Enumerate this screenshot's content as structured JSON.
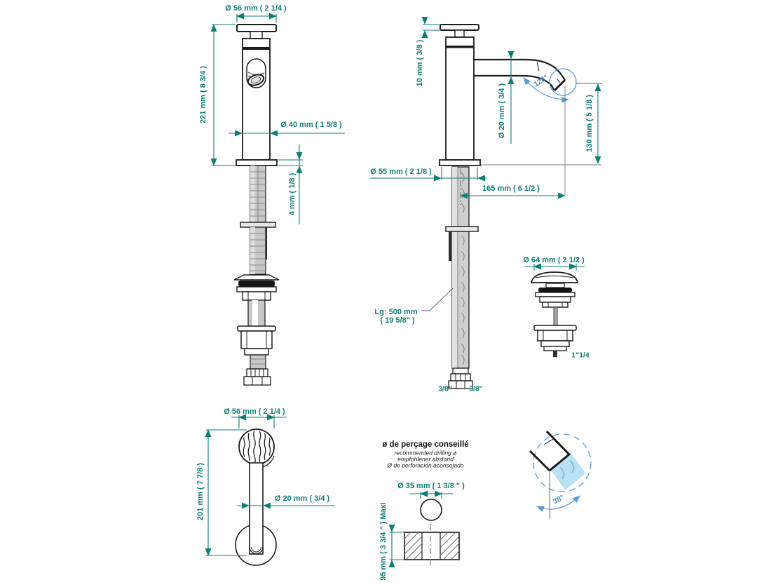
{
  "views": {
    "front": {
      "dim_handle_diameter": "Ø 56 mm ( 2 1/4 )",
      "dim_total_height": "221 mm ( 8 3/4 )",
      "dim_body_diameter": "Ø 40 mm ( 1 5/8 )",
      "dim_base_thickness": "4 mm ( 1/8 )"
    },
    "side": {
      "dim_handle_thickness": "10 mm ( 3/8 )",
      "dim_spout_angle": "128°",
      "dim_spout_diameter": "Ø 20 mm ( 3/4 )",
      "dim_outlet_height": "130 mm ( 5 1/8 )",
      "dim_base_diameter": "Ø 55 mm ( 2 1/8 )",
      "dim_spout_reach": "165 mm ( 6 1/2 )",
      "hose_length_line1": "Lg: 500 mm",
      "hose_length_line2": "( 19 5/8\" )",
      "hose_left_thread": "3/8''",
      "hose_right_thread": "3/8''"
    },
    "drain": {
      "dim_diameter": "Ø 64 mm ( 2 1/2 )",
      "thread": "1''1/4"
    },
    "top": {
      "dim_handle_diameter": "Ø 56 mm ( 2 1/4 )",
      "dim_reach": "201 mm ( 7 7/8 )",
      "dim_spout_diameter": "Ø 20 mm ( 3/4 )"
    },
    "drilling": {
      "title": "ø de perçage conseillé",
      "subtitle_en": "recommended drilling ø",
      "subtitle_de": "empfohlener abstand",
      "subtitle_es": "Ø de perforación aconsejado",
      "dim_hole": "Ø 35 mm ( 1 3/8 \" )",
      "dim_max_thickness": "95 mm ( 3 3/4 \" )  Maxi"
    },
    "spray": {
      "dim_angle": "38°"
    }
  },
  "colors": {
    "dimension": "#0e7f75",
    "detail_blue": "#5b9bd5",
    "water": "#b9e0f3",
    "line": "#1b1b1b"
  }
}
